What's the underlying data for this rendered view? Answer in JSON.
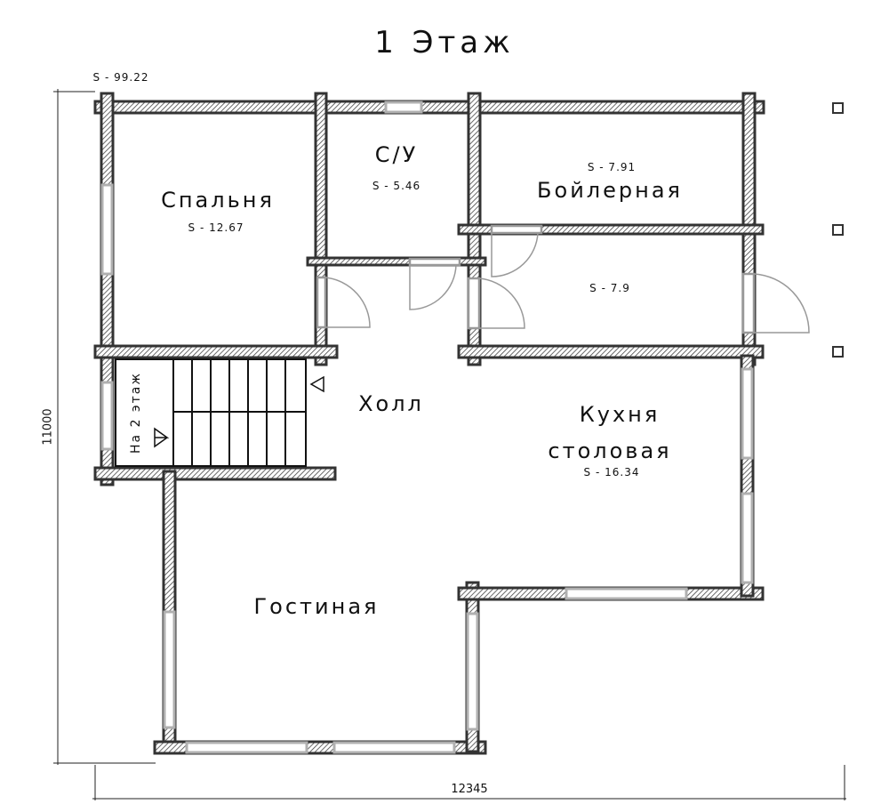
{
  "title": "1 Этаж",
  "total_area": "S  -  99.22",
  "rooms": {
    "bedroom": {
      "name": "Спальня",
      "area": "S  -  12.67"
    },
    "bathroom": {
      "name": "С/У",
      "area": "S  -  5.46"
    },
    "boiler": {
      "name": "Бойлерная",
      "area": "S  -  7.91"
    },
    "storage": {
      "area": "S  -  7.9"
    },
    "hall": {
      "name": "Холл"
    },
    "kitchen": {
      "name_line1": "Кухня",
      "name_line2": "столовая",
      "area": "S  -  16.34"
    },
    "living": {
      "name": "Гостиная"
    }
  },
  "stairs_label": "На 2 этаж",
  "dimensions": {
    "height": "11000",
    "width": "12345"
  },
  "colors": {
    "wall": "#3a3a3a",
    "window": "#b0b0b0"
  }
}
